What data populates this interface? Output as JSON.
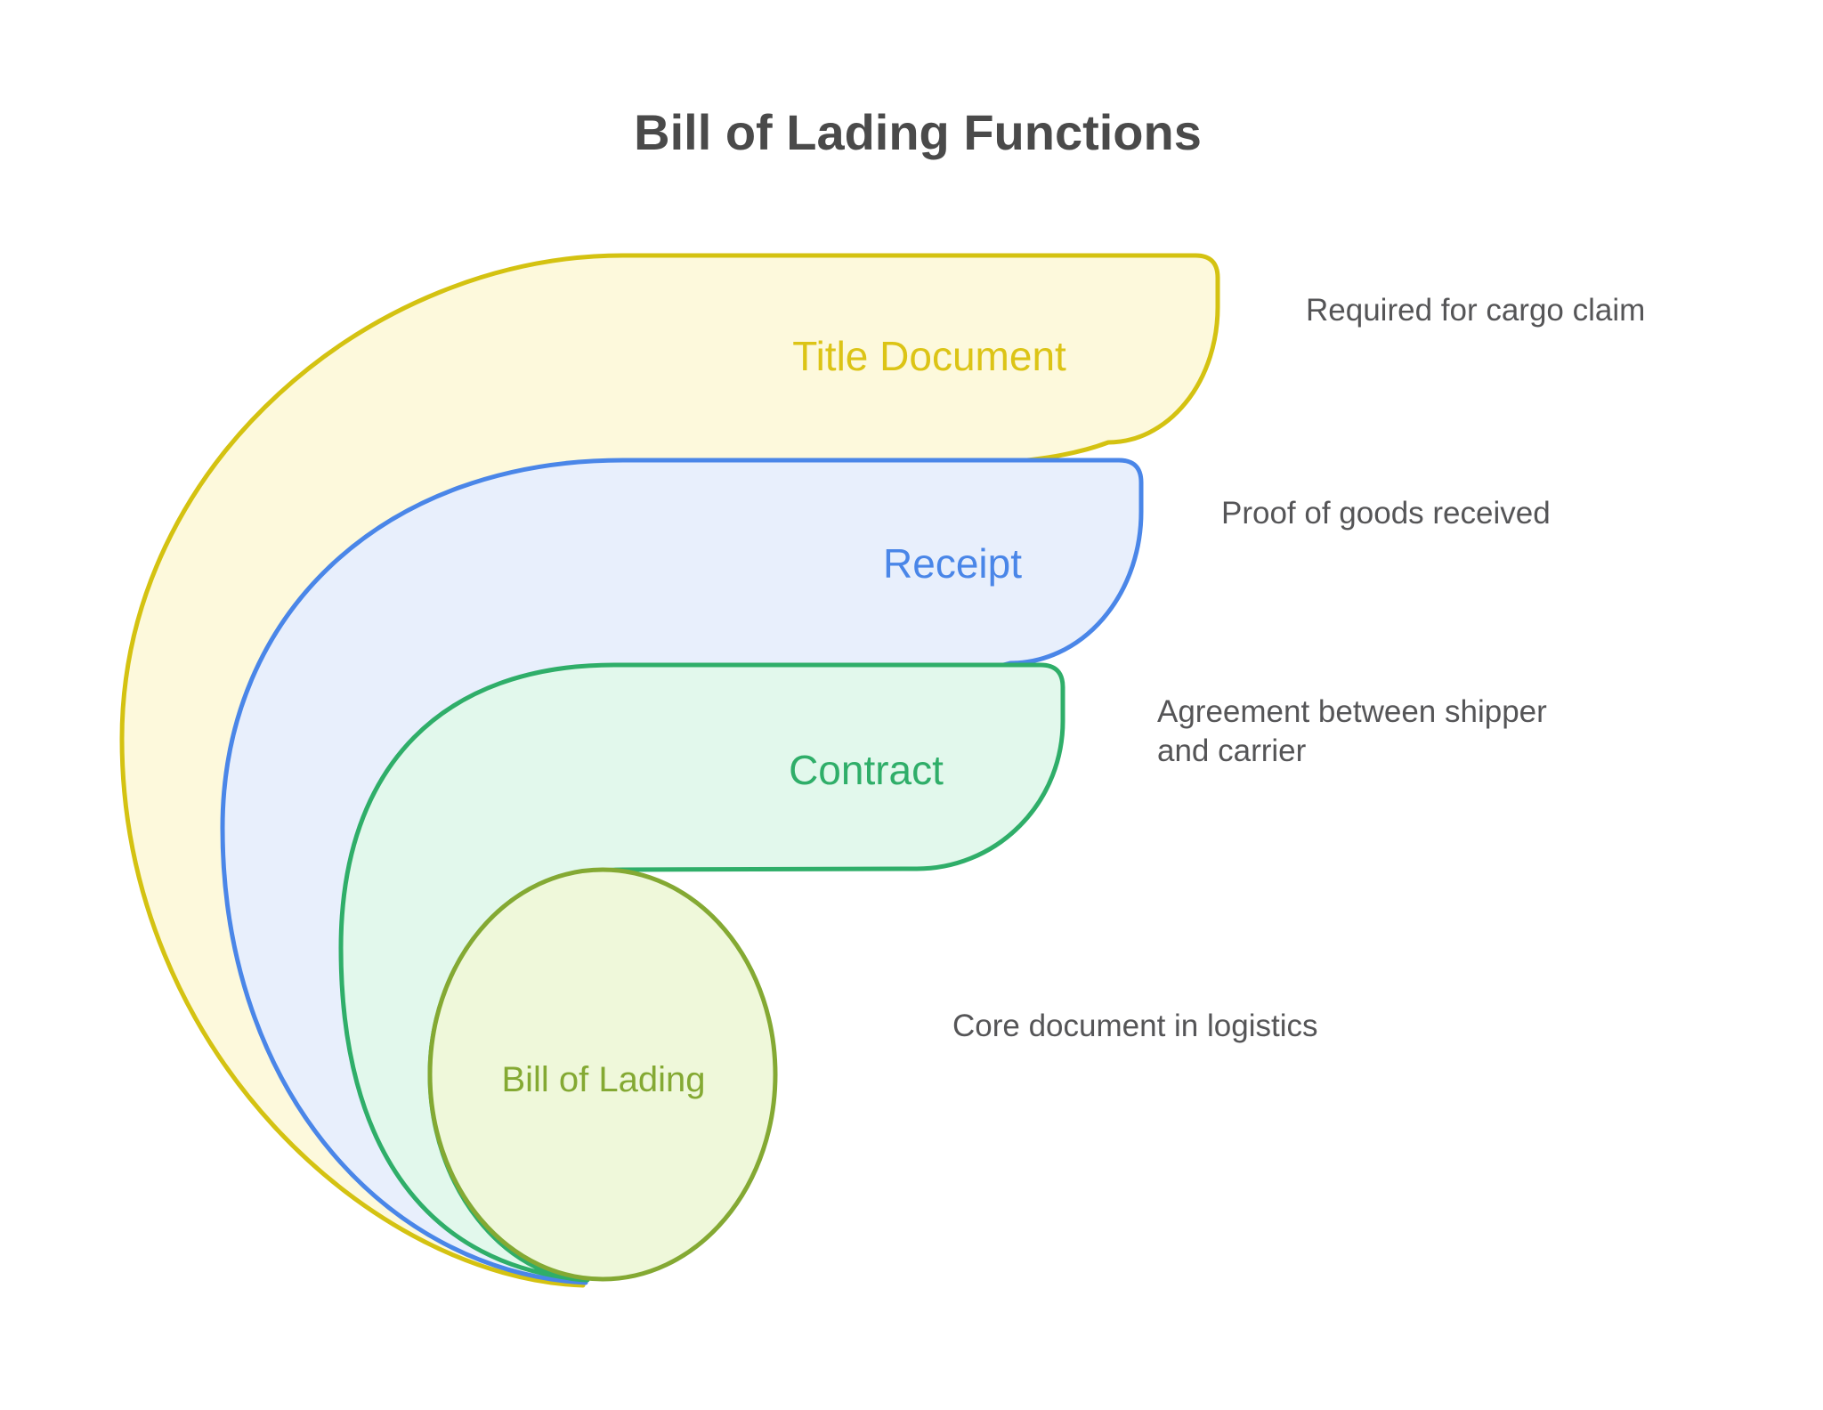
{
  "title": {
    "text": "Bill of Lading Functions",
    "color": "#4a4a4a"
  },
  "note_color": "#555557",
  "rings": [
    {
      "label": "Title Document",
      "stroke": "#d4c211",
      "fill": "#fdf9dc",
      "label_color": "#dcc416",
      "note_lines": [
        "Required for cargo claim"
      ]
    },
    {
      "label": "Receipt",
      "stroke": "#4a86e8",
      "fill": "#e8effc",
      "label_color": "#4a86e8",
      "note_lines": [
        "Proof of goods received"
      ]
    },
    {
      "label": "Contract",
      "stroke": "#2fae69",
      "fill": "#e2f8ec",
      "label_color": "#2fae69",
      "note_lines": [
        "Agreement between shipper",
        "and carrier"
      ]
    },
    {
      "label": "Bill of Lading",
      "stroke": "#84a933",
      "fill": "#eff8da",
      "label_color": "#84a933",
      "note_lines": [
        "Core document in logistics"
      ]
    }
  ]
}
